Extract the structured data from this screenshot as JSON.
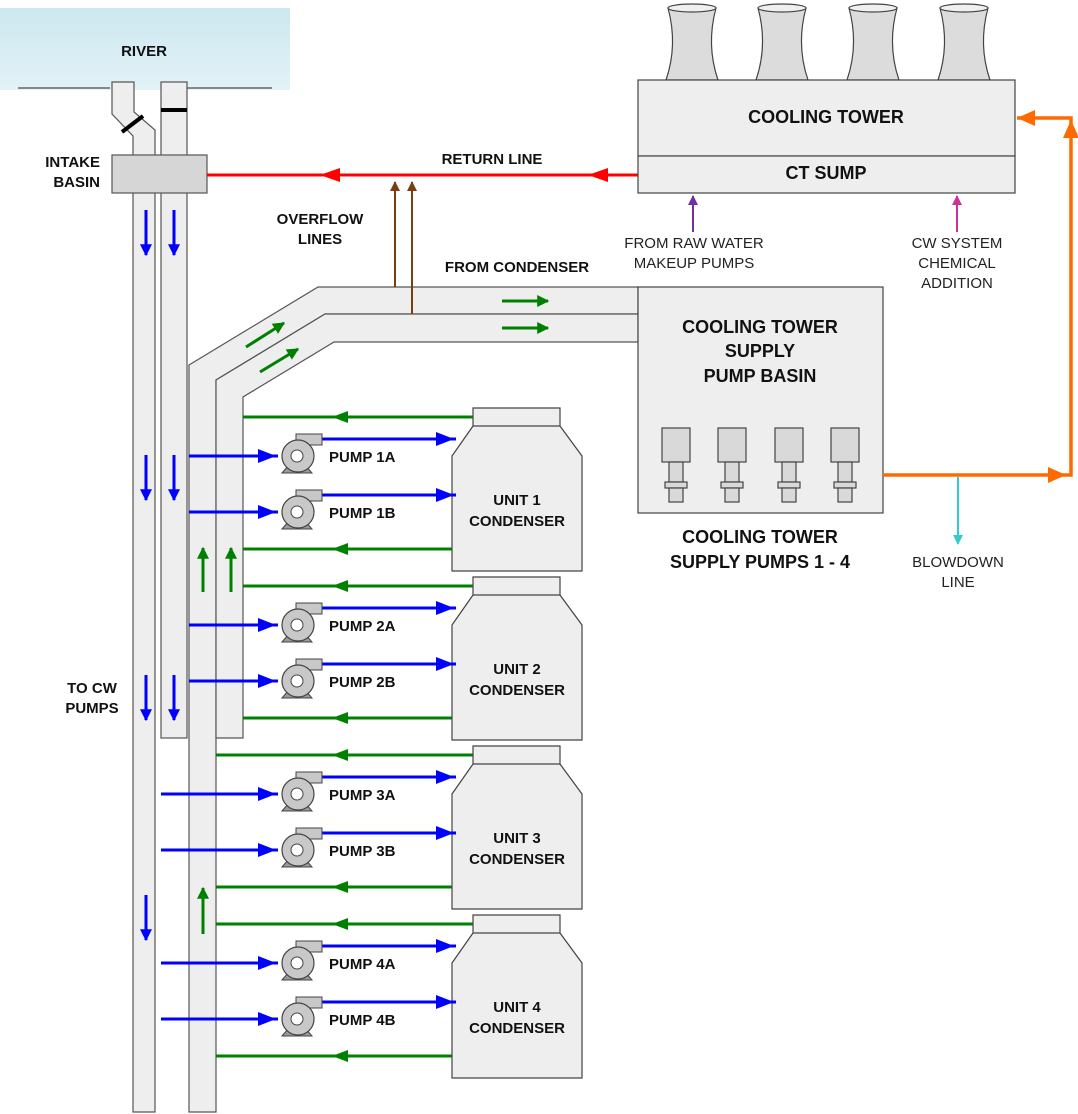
{
  "labels": {
    "river": "RIVER",
    "intake_basin": [
      "INTAKE",
      "BASIN"
    ],
    "return_line": "RETURN LINE",
    "overflow_lines": [
      "OVERFLOW",
      "LINES"
    ],
    "from_condenser": "FROM CONDENSER",
    "cooling_tower": "COOLING TOWER",
    "ct_sump": "CT SUMP",
    "raw_water": [
      "FROM RAW WATER",
      "MAKEUP PUMPS"
    ],
    "chem_addition": [
      "CW SYSTEM",
      "CHEMICAL",
      "ADDITION"
    ],
    "supply_basin": [
      "COOLING TOWER",
      "SUPPLY",
      "PUMP BASIN"
    ],
    "supply_pumps": [
      "COOLING TOWER",
      "SUPPLY PUMPS 1 - 4"
    ],
    "blowdown": [
      "BLOWDOWN",
      "LINE"
    ],
    "to_cw_pumps": [
      "TO CW",
      "PUMPS"
    ]
  },
  "units": [
    {
      "name": [
        "UNIT 1",
        "CONDENSER"
      ],
      "pumps": [
        "PUMP 1A",
        "PUMP 1B"
      ]
    },
    {
      "name": [
        "UNIT 2",
        "CONDENSER"
      ],
      "pumps": [
        "PUMP 2A",
        "PUMP 2B"
      ]
    },
    {
      "name": [
        "UNIT 3",
        "CONDENSER"
      ],
      "pumps": [
        "PUMP 3A",
        "PUMP 3B"
      ]
    },
    {
      "name": [
        "UNIT 4",
        "CONDENSER"
      ],
      "pumps": [
        "PUMP 4A",
        "PUMP 4B"
      ]
    }
  ],
  "colors": {
    "river": "#d6ecf3",
    "pipe_fill": "#eeeeee",
    "pipe_stroke": "#555555",
    "intake_flow": "#0000ff",
    "condenser_return": "#008000",
    "return_line": "#ff0000",
    "overflow": "#7a3e10",
    "tower_feed": "#ff6a00",
    "raw_water": "#7030a0",
    "chemical": "#cc3399",
    "blowdown": "#33cccc"
  }
}
